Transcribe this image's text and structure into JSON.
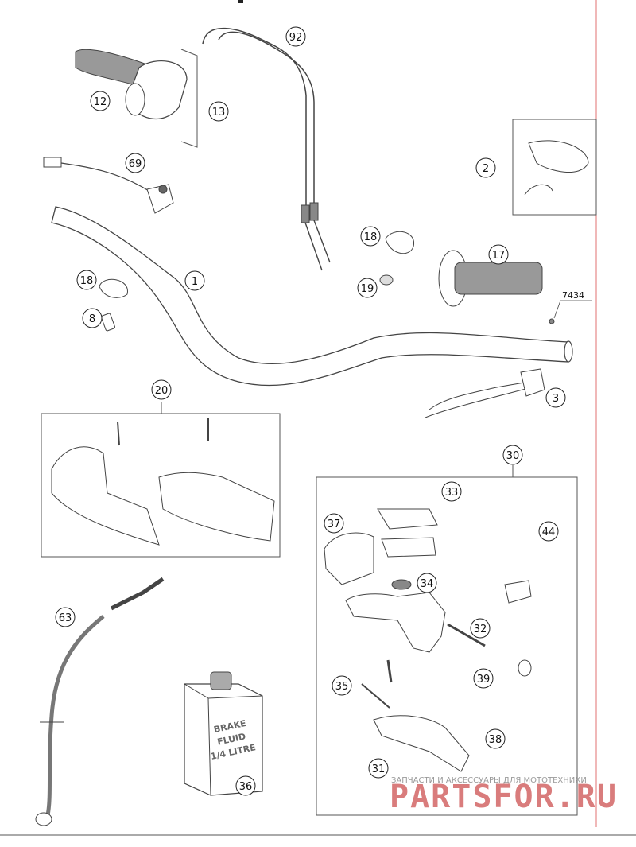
{
  "diagram": {
    "callouts": [
      {
        "id": "c12",
        "label": "12"
      },
      {
        "id": "c13",
        "label": "13"
      },
      {
        "id": "c92",
        "label": "92"
      },
      {
        "id": "c69",
        "label": "69"
      },
      {
        "id": "c2",
        "label": "2"
      },
      {
        "id": "c18a",
        "label": "18"
      },
      {
        "id": "c17",
        "label": "17"
      },
      {
        "id": "c18b",
        "label": "18"
      },
      {
        "id": "c1",
        "label": "1"
      },
      {
        "id": "c19",
        "label": "19"
      },
      {
        "id": "c8",
        "label": "8"
      },
      {
        "id": "c3",
        "label": "3"
      },
      {
        "id": "c20",
        "label": "20"
      },
      {
        "id": "c30",
        "label": "30"
      },
      {
        "id": "c33",
        "label": "33"
      },
      {
        "id": "c37",
        "label": "37"
      },
      {
        "id": "c44",
        "label": "44"
      },
      {
        "id": "c34",
        "label": "34"
      },
      {
        "id": "c32",
        "label": "32"
      },
      {
        "id": "c63",
        "label": "63"
      },
      {
        "id": "c39",
        "label": "39"
      },
      {
        "id": "c35",
        "label": "35"
      },
      {
        "id": "c38",
        "label": "38"
      },
      {
        "id": "c31",
        "label": "31"
      },
      {
        "id": "c36",
        "label": "36"
      }
    ],
    "plain_label": "7434",
    "brake_fluid_lines": [
      "BRAKE",
      "FLUID",
      "1/4 LITRE"
    ]
  },
  "watermark": {
    "caption": "ЗАПЧАСТИ И АКСЕССУАРЫ ДЛЯ МОТОТЕХНИКИ",
    "logo": "PARTSFOR.RU",
    "color": "#d97c7c"
  },
  "colors": {
    "line": "#444444",
    "margin_line": "#e07070"
  }
}
